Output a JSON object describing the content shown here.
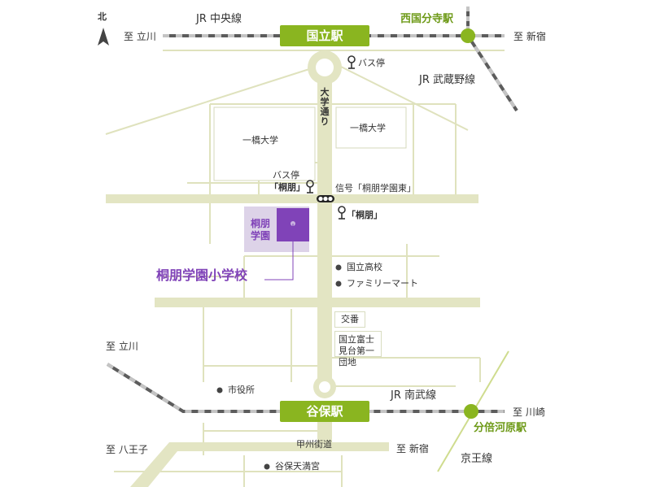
{
  "stations": {
    "kunitachi": "国立駅",
    "yaho": "谷保駅",
    "nishikokubunji": "西国分寺駅",
    "bubaigawara": "分倍河原駅"
  },
  "lines": {
    "chuo": "JR 中央線",
    "musashino": "JR 武蔵野線",
    "nambu": "JR 南武線",
    "keio": "京王線"
  },
  "directions": {
    "tachikawa_top": "至 立川",
    "shinjuku_top": "至 新宿",
    "tachikawa_mid": "至 立川",
    "kawasaki": "至 川崎",
    "hachioji": "至 八王子",
    "shinjuku_bottom": "至 新宿"
  },
  "compass": "北",
  "roads": {
    "daigaku_dori": "大学通り",
    "koshu_kaido": "甲州街道"
  },
  "landmarks": {
    "bus_stop_station": "バス停",
    "hitotsubashi_west": "一橋大学",
    "hitotsubashi_east": "一橋大学",
    "bus_stop_toho_label": "バス停",
    "bus_stop_toho_name": "「桐朋」",
    "signal": "信号「桐朋学園東」",
    "bus_stop_toho_east": "「桐朋」",
    "toho_gakuen": "桐朋学園",
    "kunitachi_high": "国立高校",
    "family_mart": "ファミリーマート",
    "koban": "交番",
    "danchi": "国立富士見台第一団地",
    "city_hall": "市役所",
    "tenmangu": "谷保天満宮"
  },
  "target": "桐朋学園小学校",
  "colors": {
    "road": "#e3e5c3",
    "road_line": "#dfe2bd",
    "station": "#8ab520",
    "school": "#8043b8",
    "campus": "#ddd3e8",
    "rail_dark": "#5c5c5c",
    "rail_light": "#c4c4c4"
  },
  "icons": [
    "north-arrow-icon",
    "bus-stop-icon",
    "traffic-signal-icon",
    "landmark-dot-icon",
    "station-marker-icon"
  ]
}
